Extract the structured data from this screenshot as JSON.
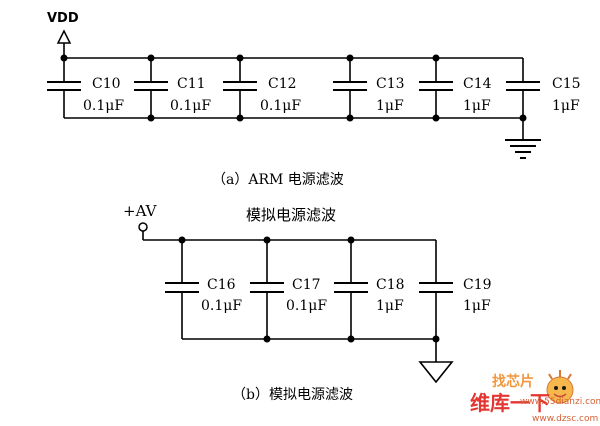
{
  "circuit_a": {
    "supply_label": "VDD",
    "caption": "（a）ARM 电源滤波",
    "capacitors": [
      {
        "name": "C10",
        "value": "0.1μF"
      },
      {
        "name": "C11",
        "value": "0.1μF"
      },
      {
        "name": "C12",
        "value": "0.1μF"
      },
      {
        "name": "C13",
        "value": "1μF"
      },
      {
        "name": "C14",
        "value": "1μF"
      },
      {
        "name": "C15",
        "value": "1μF"
      }
    ]
  },
  "circuit_b": {
    "supply_label": "+AV",
    "title": "模拟电源滤波",
    "caption": "（b）模拟电源滤波",
    "capacitors": [
      {
        "name": "C16",
        "value": "0.1μF"
      },
      {
        "name": "C17",
        "value": "0.1μF"
      },
      {
        "name": "C18",
        "value": "1μF"
      },
      {
        "name": "C19",
        "value": "1μF"
      }
    ]
  },
  "watermark": {
    "text_top": "找芯片",
    "text_main": "维库一下",
    "url_1": "www.55dianzi.com",
    "url_2": "www.dzsc.com"
  }
}
